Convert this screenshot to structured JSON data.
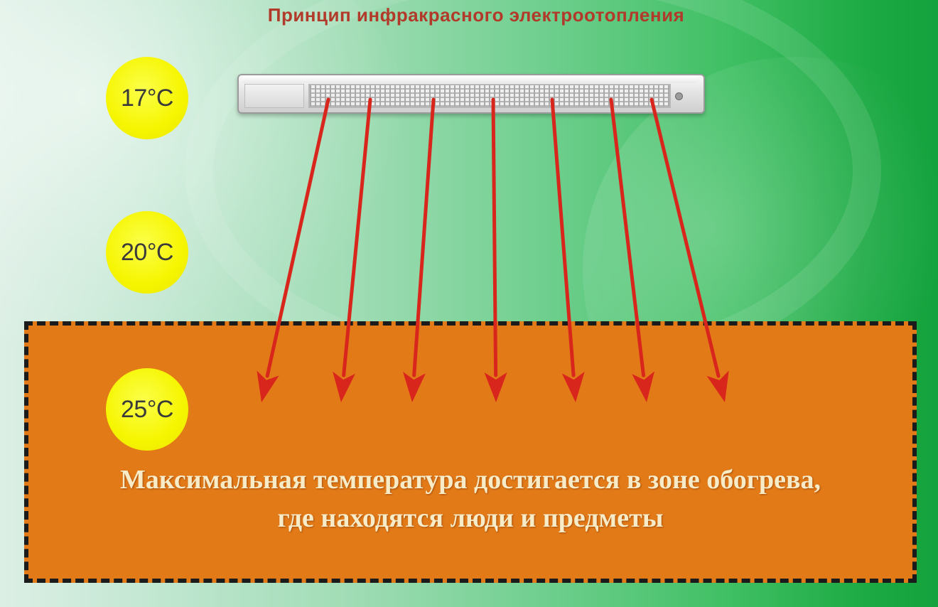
{
  "title": "Принцип инфракрасного электроотопления",
  "temperatures": [
    "17°C",
    "20°C",
    "25°C"
  ],
  "zone": {
    "caption_line1": "Максимальная температура достигается в зоне обогрева,",
    "caption_line2": "где находятся люди и предметы"
  },
  "colors": {
    "title": "#b23a2a",
    "badge": "#f6f500",
    "zone_fill": "#e37a18",
    "zone_border": "#1b1b1b",
    "arrow": "#d9261c",
    "caption": "#f7ebc8"
  },
  "icons": {
    "heater": "infrared-heater-icon",
    "arrow": "heat-ray-arrow-icon"
  }
}
